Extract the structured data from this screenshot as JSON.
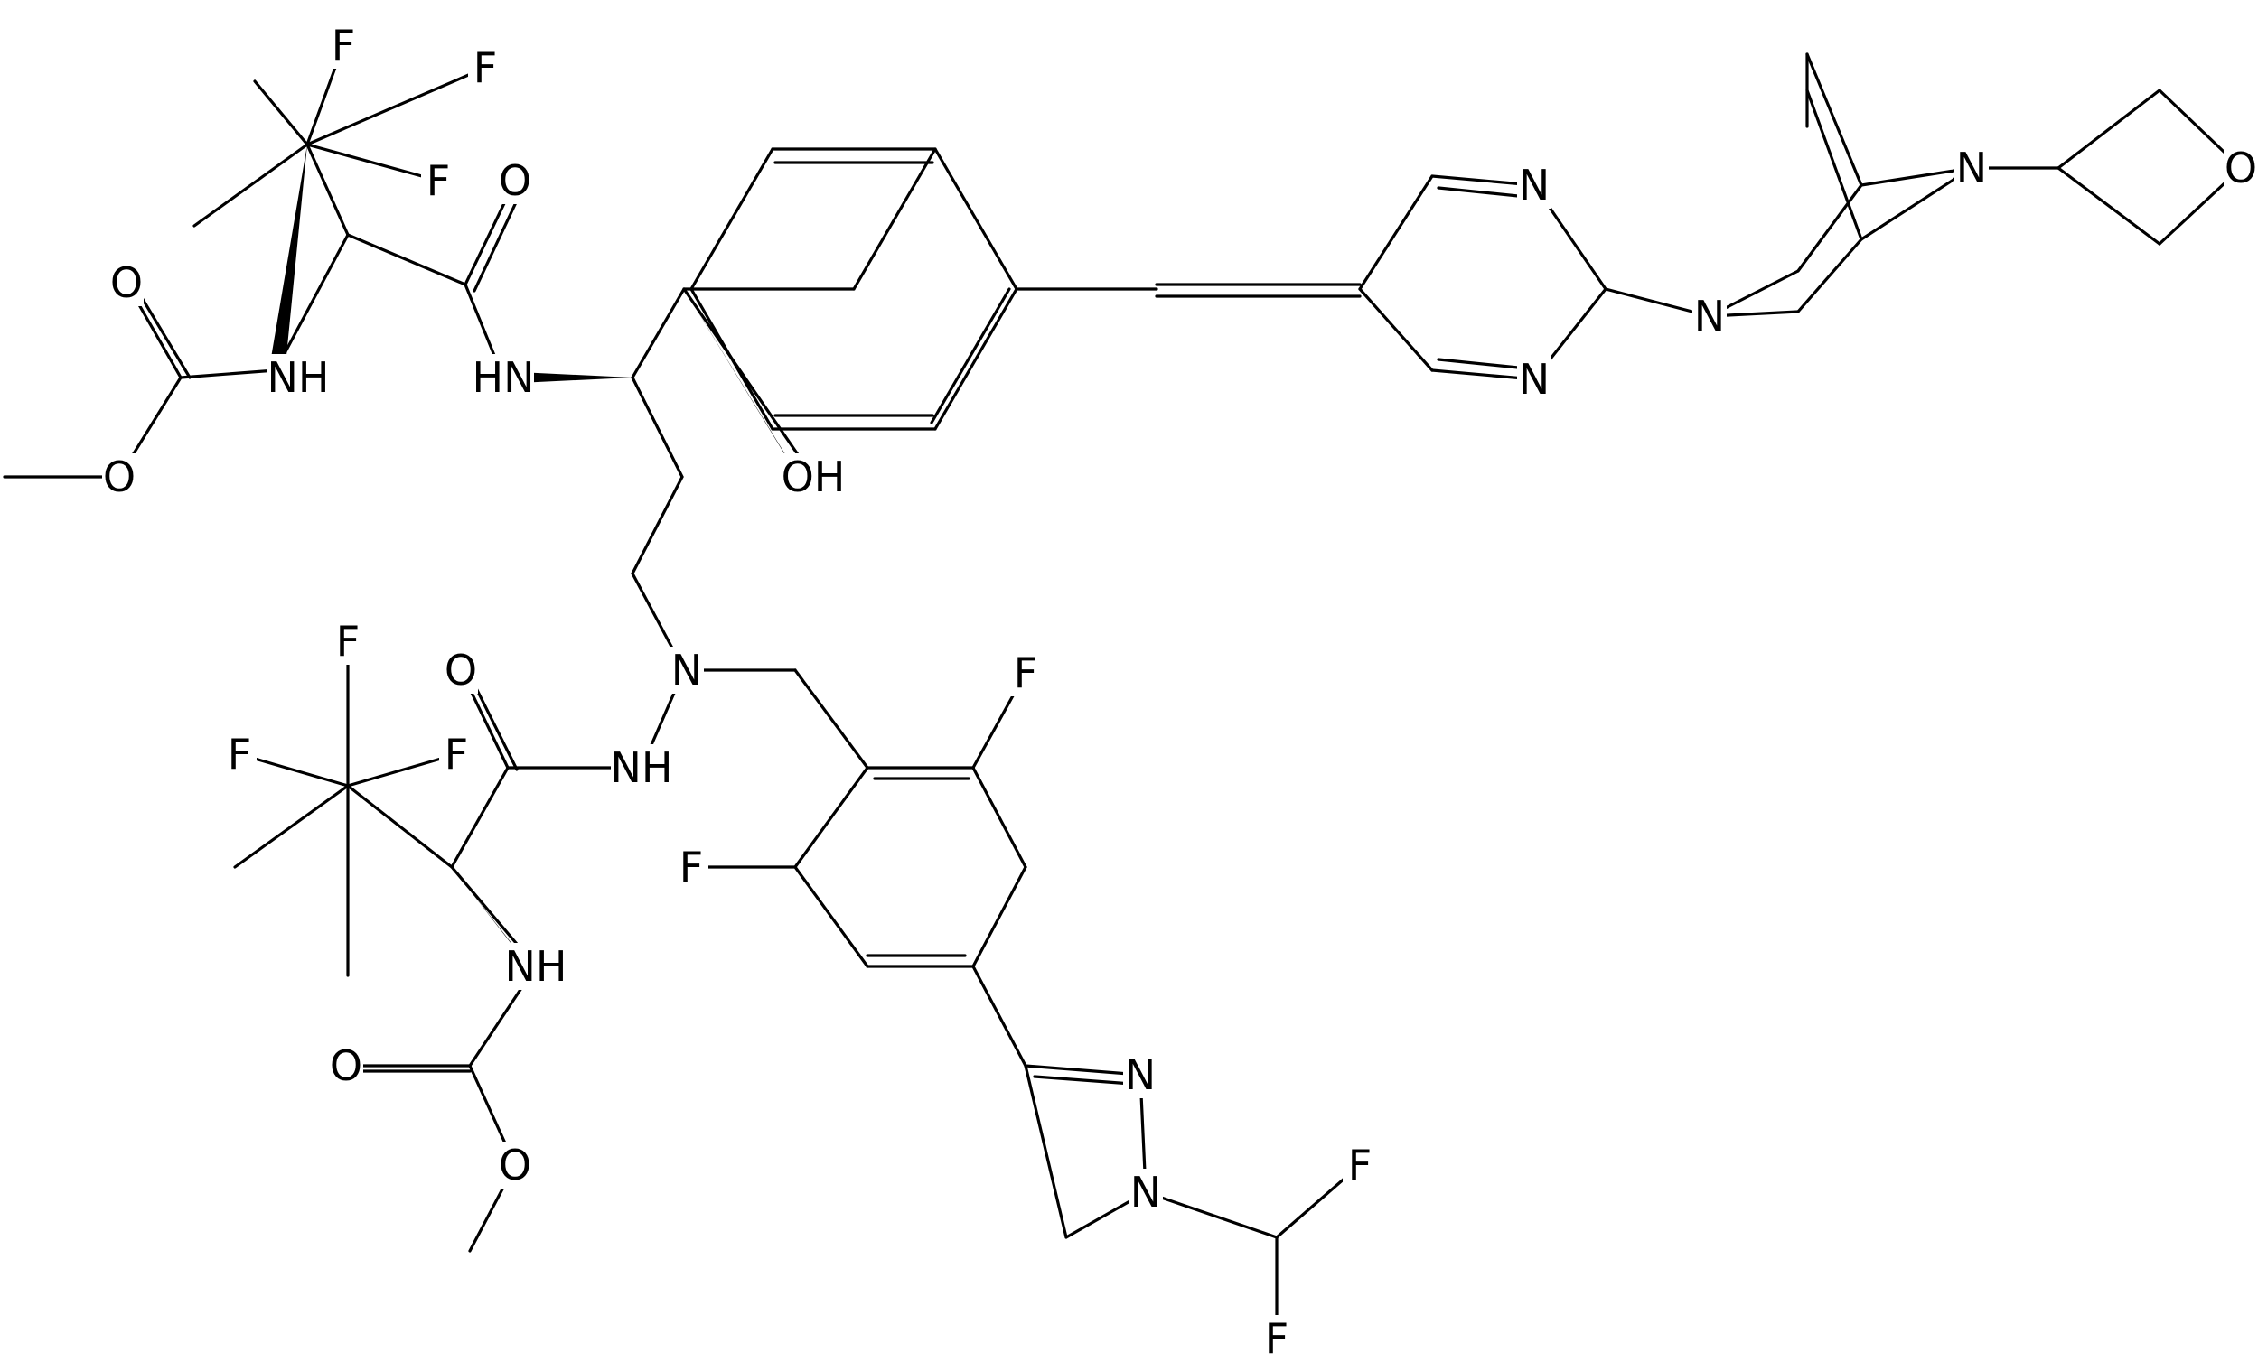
{
  "molecule": {
    "atoms": [
      {
        "id": "F1a",
        "symbol": "F"
      },
      {
        "id": "F1b",
        "symbol": "F"
      },
      {
        "id": "F1c",
        "symbol": "F"
      },
      {
        "id": "O1",
        "symbol": "O"
      },
      {
        "id": "O2",
        "symbol": "O"
      },
      {
        "id": "O3",
        "symbol": "O"
      },
      {
        "id": "N1",
        "symbol": "NH"
      },
      {
        "id": "N2",
        "symbol": "HN"
      },
      {
        "id": "O4",
        "symbol": "OH"
      },
      {
        "id": "N3",
        "symbol": "N"
      },
      {
        "id": "N4",
        "symbol": "NH"
      },
      {
        "id": "O5",
        "symbol": "O"
      },
      {
        "id": "F2a",
        "symbol": "F"
      },
      {
        "id": "F2b",
        "symbol": "F"
      },
      {
        "id": "F2c",
        "symbol": "F"
      },
      {
        "id": "N5",
        "symbol": "NH"
      },
      {
        "id": "O6",
        "symbol": "O"
      },
      {
        "id": "O7",
        "symbol": "O"
      },
      {
        "id": "F3",
        "symbol": "F"
      },
      {
        "id": "F4",
        "symbol": "F"
      },
      {
        "id": "N6",
        "symbol": "N"
      },
      {
        "id": "N7",
        "symbol": "N"
      },
      {
        "id": "F5",
        "symbol": "F"
      },
      {
        "id": "F6",
        "symbol": "F"
      },
      {
        "id": "N8",
        "symbol": "N"
      },
      {
        "id": "N9",
        "symbol": "N"
      },
      {
        "id": "N10",
        "symbol": "N"
      },
      {
        "id": "N11",
        "symbol": "N"
      },
      {
        "id": "O8",
        "symbol": "O"
      }
    ]
  }
}
